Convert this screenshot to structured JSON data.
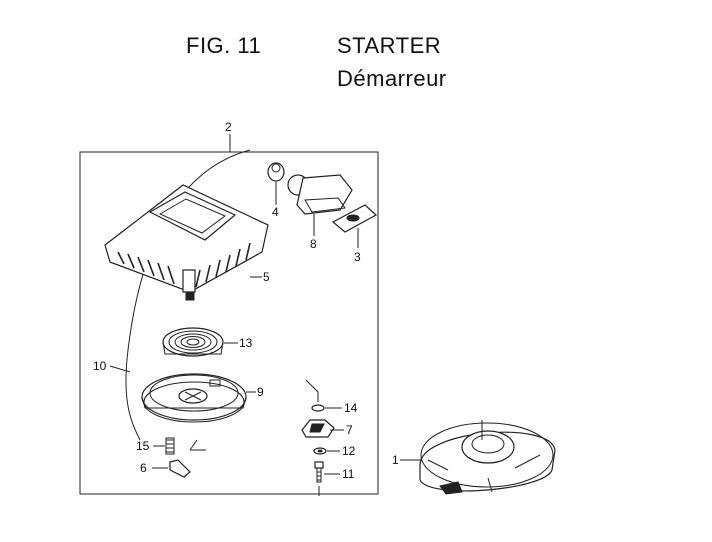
{
  "header": {
    "fig_label": "FIG. 11",
    "title_en": "STARTER",
    "title_fr": "Démarreur"
  },
  "callouts": {
    "p1": "1",
    "p2": "2",
    "p3": "3",
    "p4": "4",
    "p5": "5",
    "p6": "6",
    "p7": "7",
    "p8": "8",
    "p9": "9",
    "p10": "10",
    "p11": "11",
    "p12": "12",
    "p13": "13",
    "p14": "14",
    "p15": "15"
  }
}
